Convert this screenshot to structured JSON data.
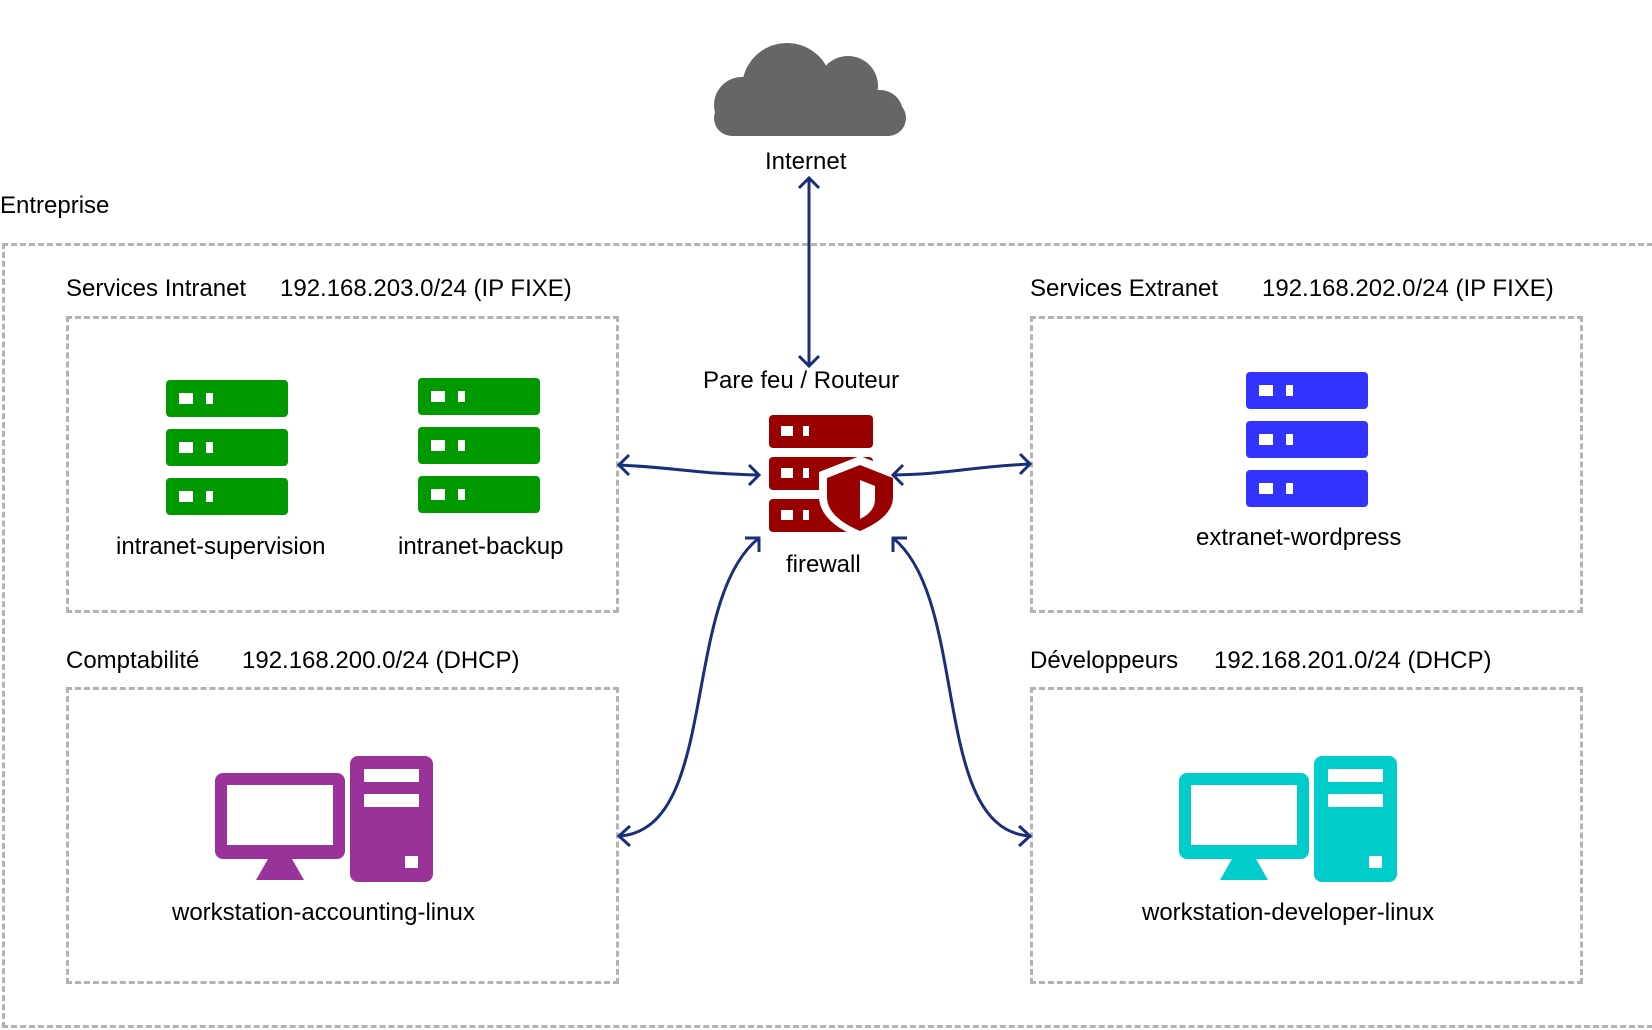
{
  "internet": {
    "label": "Internet",
    "icon": "cloud-icon"
  },
  "enterprise": {
    "label": "Entreprise"
  },
  "firewall": {
    "title": "Pare feu / Routeur",
    "label": "firewall",
    "icon": "firewall-shield-icon",
    "color": "#990000"
  },
  "zones": {
    "intranet": {
      "name": "Services Intranet",
      "network": "192.168.203.0/24 (IP FIXE)",
      "hosts": [
        {
          "label": "intranet-supervision"
        },
        {
          "label": "intranet-backup"
        }
      ],
      "icon": "server-icon",
      "color": "#009900"
    },
    "extranet": {
      "name": "Services Extranet",
      "network": "192.168.202.0/24 (IP FIXE)",
      "hosts": [
        {
          "label": "extranet-wordpress"
        }
      ],
      "icon": "server-icon",
      "color": "#3333ff"
    },
    "accounting": {
      "name": "Comptabilité",
      "network": "192.168.200.0/24 (DHCP)",
      "hosts": [
        {
          "label": "workstation-accounting-linux"
        }
      ],
      "icon": "workstation-icon",
      "color": "#993399"
    },
    "developers": {
      "name": "Développeurs",
      "network": "192.168.201.0/24 (DHCP)",
      "hosts": [
        {
          "label": "workstation-developer-linux"
        }
      ],
      "icon": "workstation-icon",
      "color": "#00cccc"
    }
  },
  "link_color": "#1a2f7a"
}
